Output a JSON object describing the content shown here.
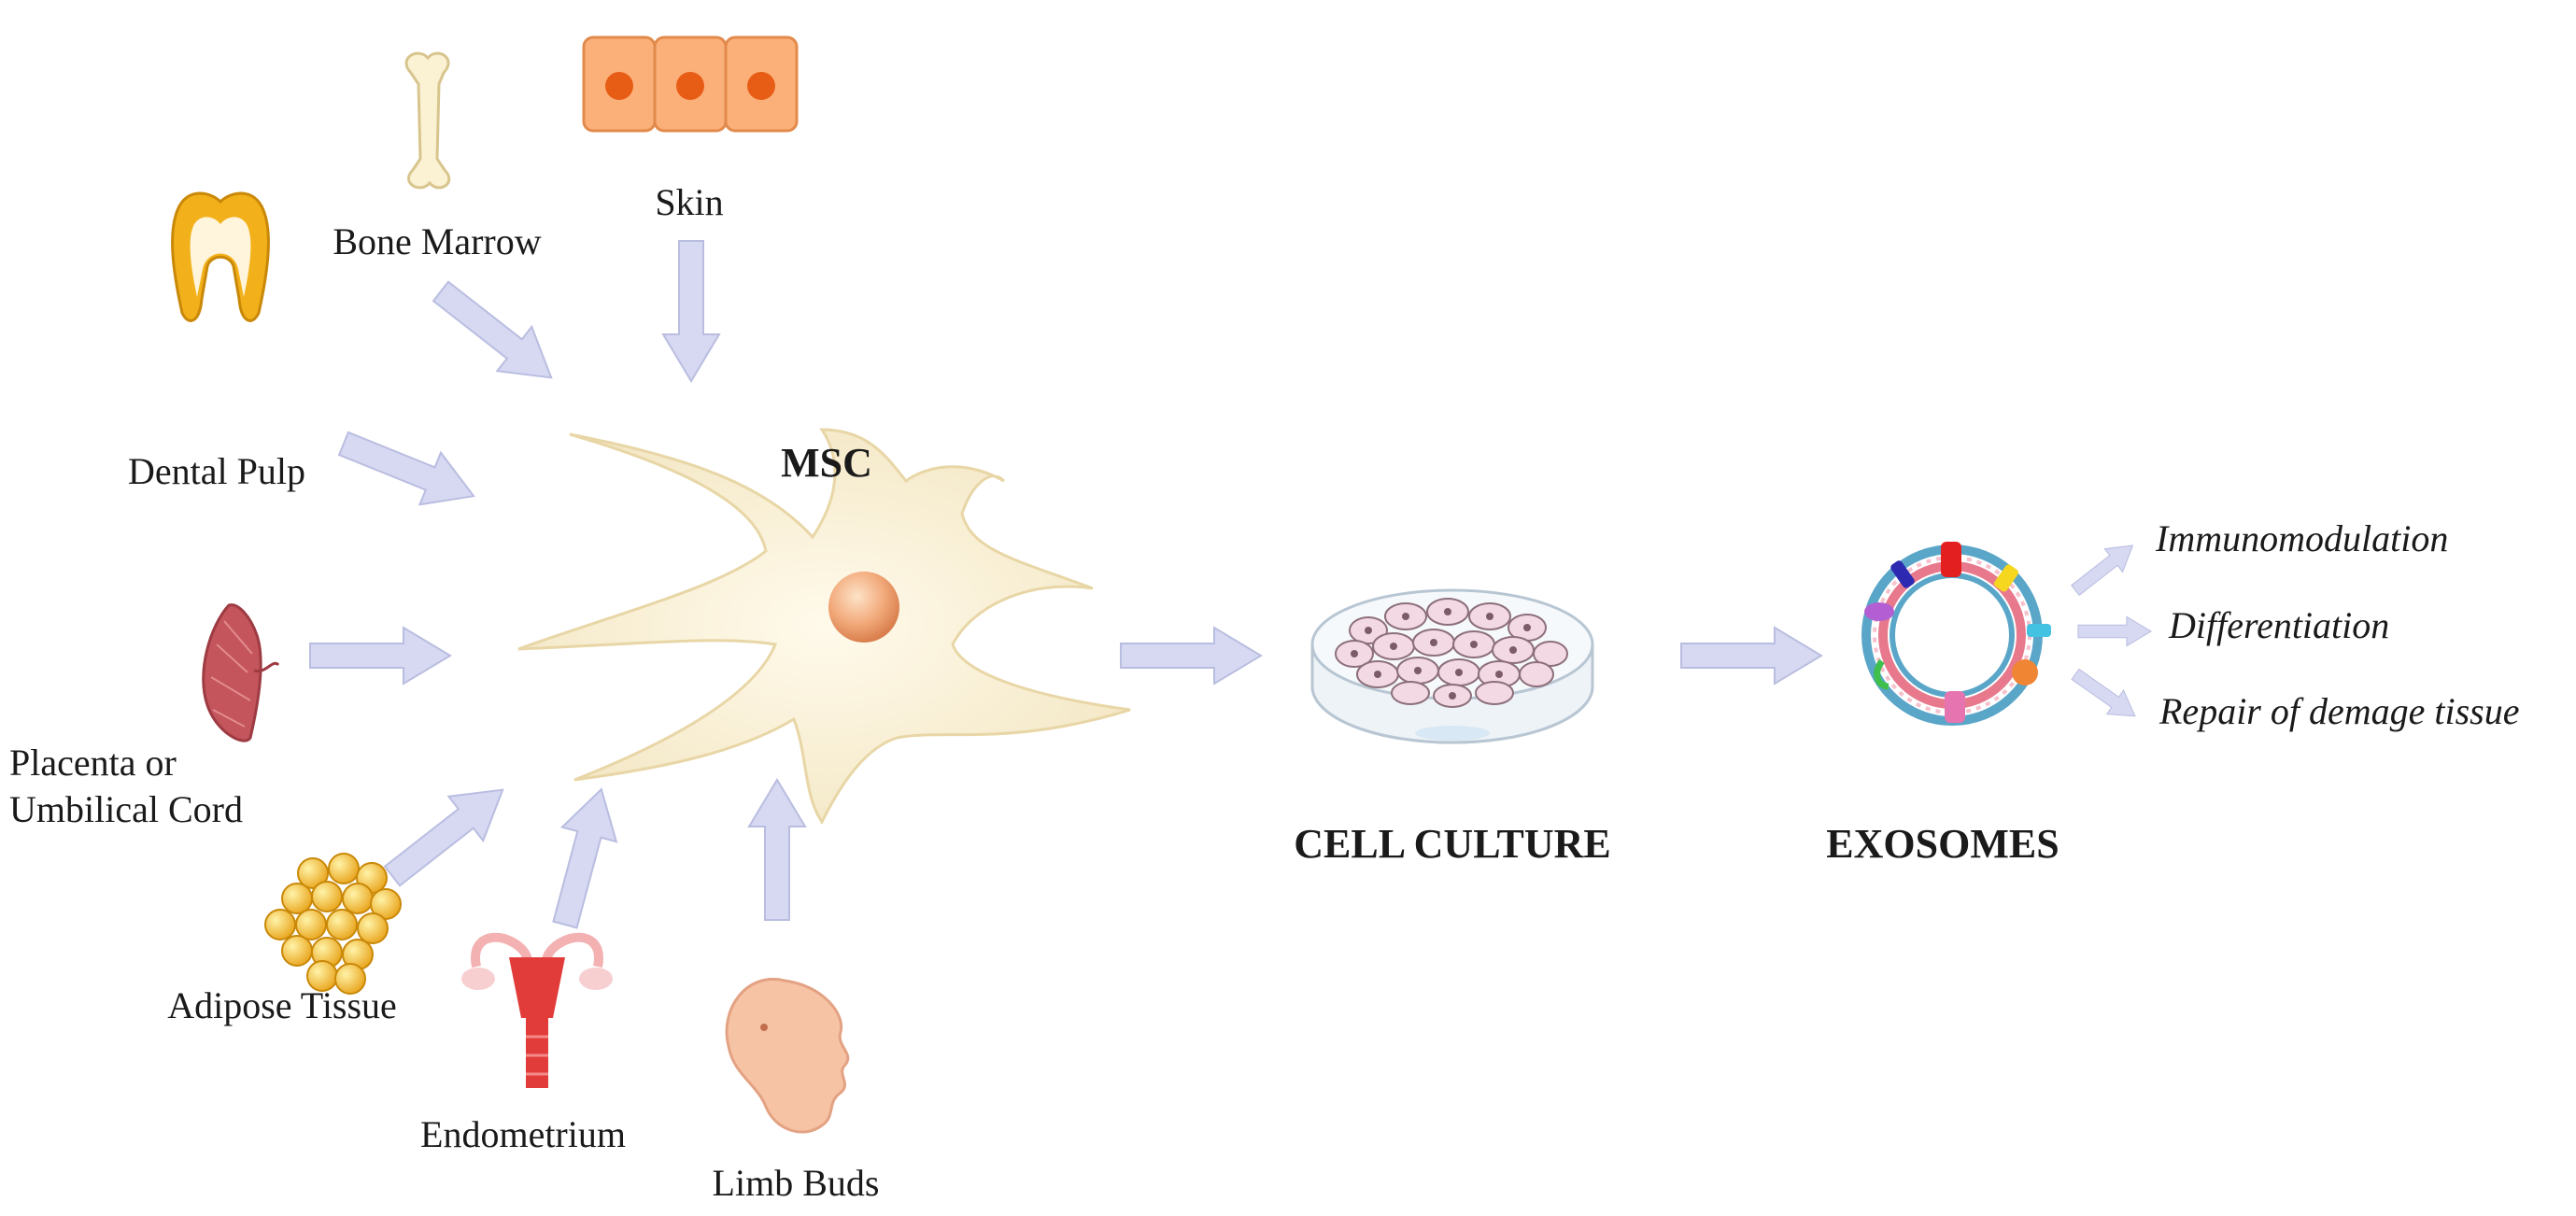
{
  "sources": {
    "bone_marrow": "Bone Marrow",
    "skin": "Skin",
    "dental_pulp": "Dental Pulp",
    "placenta_line1": "Placenta or",
    "placenta_line2": "Umbilical Cord",
    "adipose": "Adipose Tissue",
    "endometrium": "Endometrium",
    "limb_buds": "Limb Buds"
  },
  "stages": {
    "msc": "MSC",
    "culture": "CELL CULTURE",
    "exosomes": "EXOSOMES"
  },
  "effects": {
    "immuno": "Immunomodulation",
    "diff": "Differentiation",
    "repair": "Repair of demage tissue"
  },
  "colors": {
    "arrow": "#d7d9f2",
    "arrow_edge": "#b9bde0",
    "cell": "#f6ebcc",
    "nucleus": "#f2a97a",
    "skin": "#fbb07a",
    "fat": "#f4c133",
    "placenta": "#c4555c",
    "endometrium": "#e23c3a",
    "embryo": "#f6c3a4"
  },
  "icons": [
    "bone-icon",
    "skin-cells-icon",
    "tooth-icon",
    "placenta-icon",
    "fat-cells-icon",
    "uterus-icon",
    "embryo-icon",
    "petri-dish-icon",
    "exosome-icon"
  ]
}
